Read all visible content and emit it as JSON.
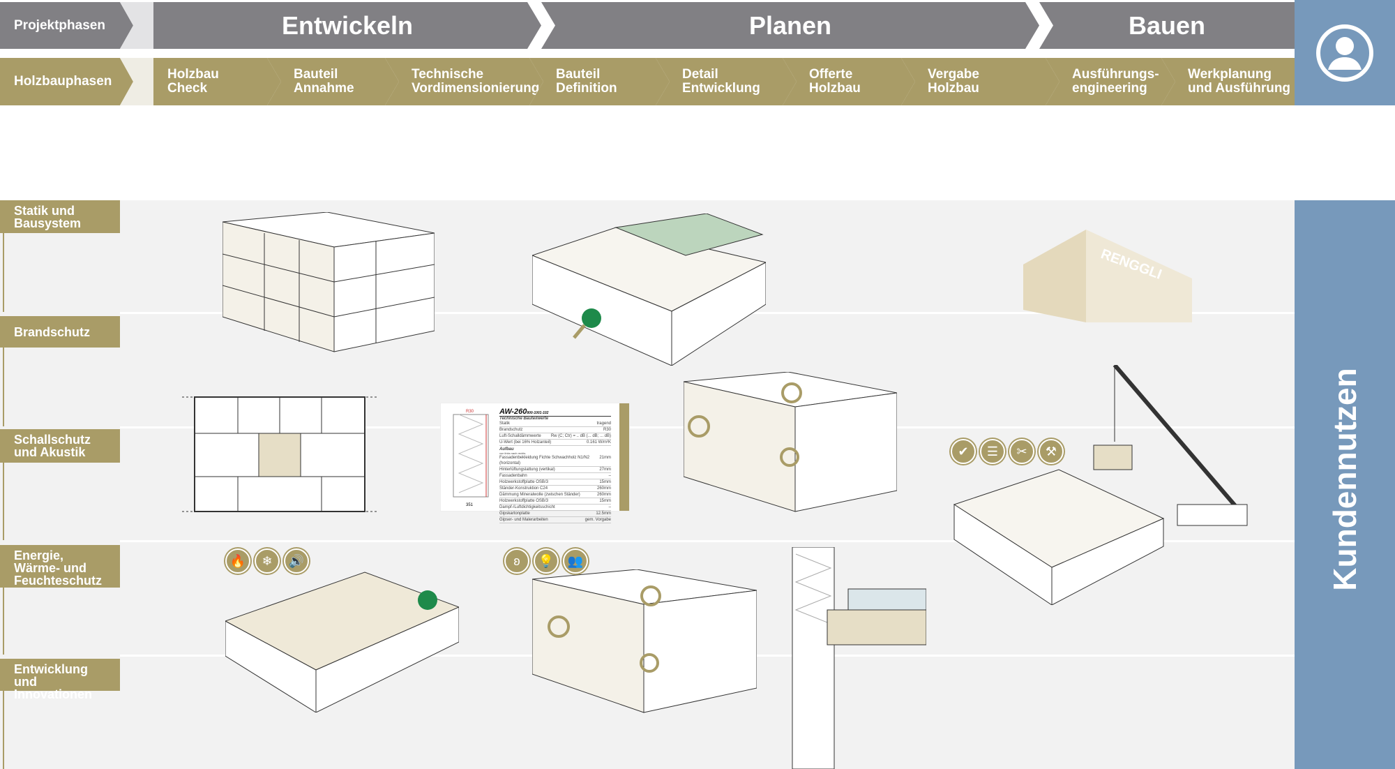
{
  "header": {
    "projektphasen_label": "Projektphasen",
    "phases": [
      "Entwickeln",
      "Planen",
      "Bauen"
    ],
    "holzbauphasen_label": "Holzbauphasen",
    "holzbau_steps": [
      "Holzbau\nCheck",
      "Bauteil\nAnnahme",
      "Technische\nVordimensionierung",
      "Bauteil\nDefinition",
      "Detail\nEntwicklung",
      "Offerte\nHolzbau",
      "Vergabe\nHolzbau",
      "Ausführungs-\nengineering",
      "Werkplanung\nund Ausführung"
    ],
    "user_icon": "user-circle-icon"
  },
  "rows": [
    "Statik und\nBausystem",
    "Brandschutz",
    "Schallschutz\nund Akustik",
    "Energie,\nWärme- und\nFeuchteschutz",
    "Entwicklung und\nInnovationen"
  ],
  "side_label": "Kundennutzen",
  "factory_sign": "RENGGLI",
  "doc_card": {
    "title": "AW-260",
    "code": "800-1001-102",
    "fire_tag": "R30",
    "width_dim": "351",
    "section_title": "Technische Bauteilwerte",
    "values": [
      [
        "Statik",
        "tragend"
      ],
      [
        "Brandschutz",
        "R30"
      ],
      [
        "Luft-Schalldämmwerte",
        "Rw (C; Ctr) = .. dB (... dB; ... dB)"
      ],
      [
        "U-Wert (bei 16% Holzanteil)",
        "0.161 W/m²K"
      ]
    ],
    "build_title": "Aufbau",
    "build_sub": "von links nach rechts",
    "layers": [
      [
        "Fassadenbekleidung Fichte Schwachholz N1/N2 (horizontal)",
        "21mm"
      ],
      [
        "Hinterlüftungslattung (vertikal)",
        "27mm"
      ],
      [
        "Fassadenbahn",
        "–"
      ],
      [
        "Holzwerkstoffplatte OSB/3",
        "15mm"
      ],
      [
        "Ständer-Konstruktion C24",
        "260mm"
      ],
      [
        "Dämmung Mineralwolle (zwischen Ständer)",
        "260mm"
      ],
      [
        "Holzwerkstoffplatte OSB/3",
        "15mm"
      ],
      [
        "Dampf-/Luftdichtigkeitsschicht",
        "–"
      ],
      [
        "Gipskartonplatte",
        "12.5mm"
      ],
      [
        "Gipser- und Malerarbeiten",
        "gem. Vorgabe"
      ]
    ]
  },
  "icons_group1": [
    "fire-icon",
    "snowflake-icon",
    "sound-icon"
  ],
  "icons_group2": [
    "ear-icon",
    "lightbulb-icon",
    "people-icon"
  ],
  "icons_group3": [
    "document-check-icon",
    "list-icon",
    "tools-icon",
    "crane-icon"
  ],
  "colors": {
    "gray": "#818084",
    "gold": "#a99c67",
    "blue": "#7799bb",
    "green": "#1e8a4a"
  }
}
